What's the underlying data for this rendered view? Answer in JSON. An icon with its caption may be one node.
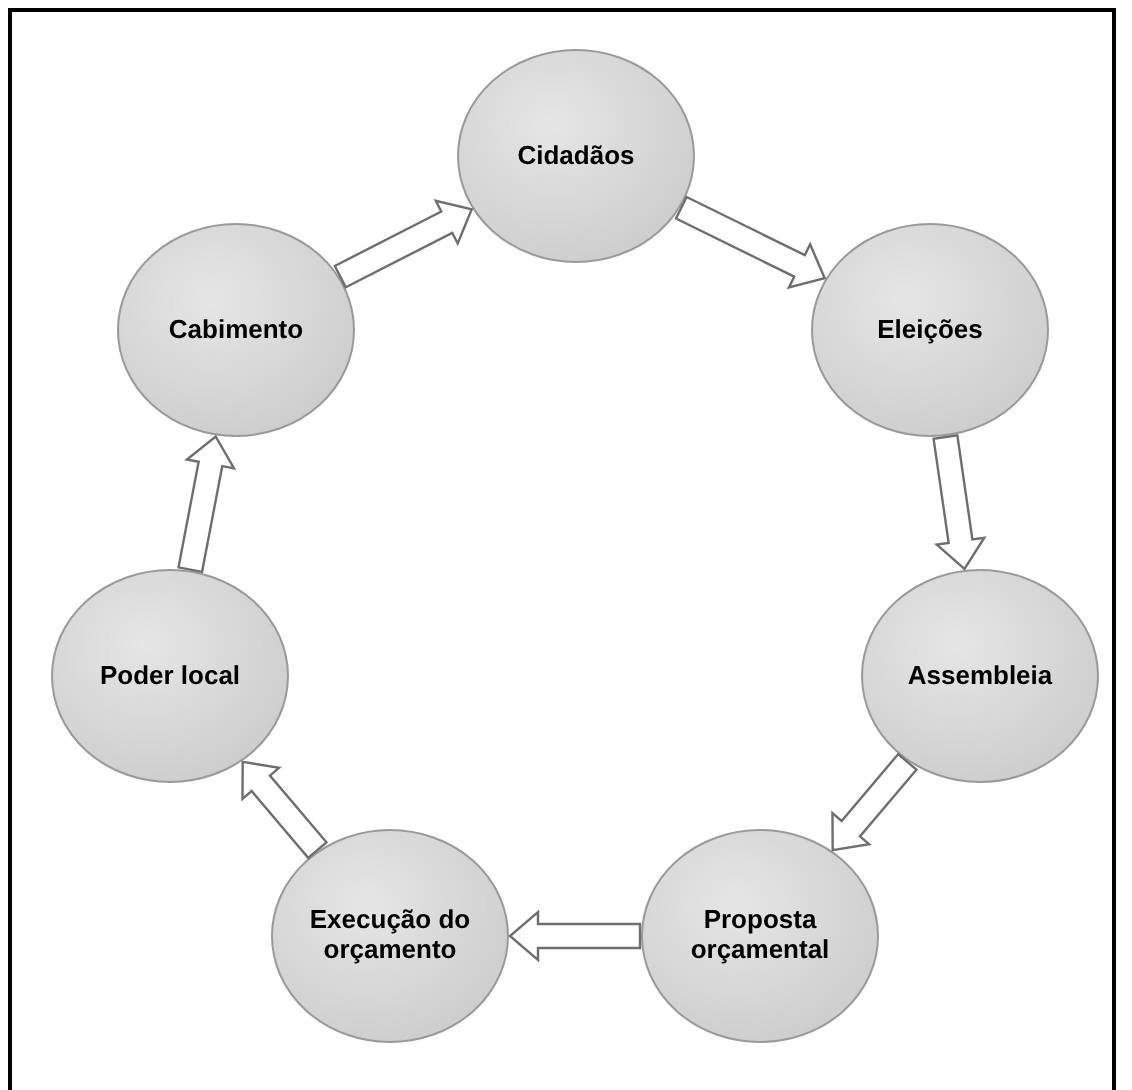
{
  "diagram": {
    "nodes": [
      {
        "text": [
          "Cidadãos"
        ]
      },
      {
        "text": [
          "Eleições"
        ]
      },
      {
        "text": [
          "Assembleia"
        ]
      },
      {
        "text": [
          "Proposta orçamental"
        ]
      },
      {
        "text": [
          "Execução do orçamento"
        ]
      },
      {
        "text": [
          "Poder local"
        ]
      },
      {
        "text": [
          "Cabimento"
        ]
      }
    ],
    "edges": [
      {
        "from": 6,
        "to": 0,
        "arrow": "to"
      },
      {
        "from": 0,
        "to": 1,
        "arrow": "to"
      },
      {
        "from": 1,
        "to": 2,
        "arrow": "to"
      },
      {
        "from": 2,
        "to": 3,
        "arrow": "to"
      },
      {
        "from": 3,
        "to": 4,
        "arrow": "to"
      },
      {
        "from": 4,
        "to": 5,
        "arrow": "to"
      },
      {
        "from": 5,
        "to": 6,
        "arrow": "to"
      }
    ]
  }
}
